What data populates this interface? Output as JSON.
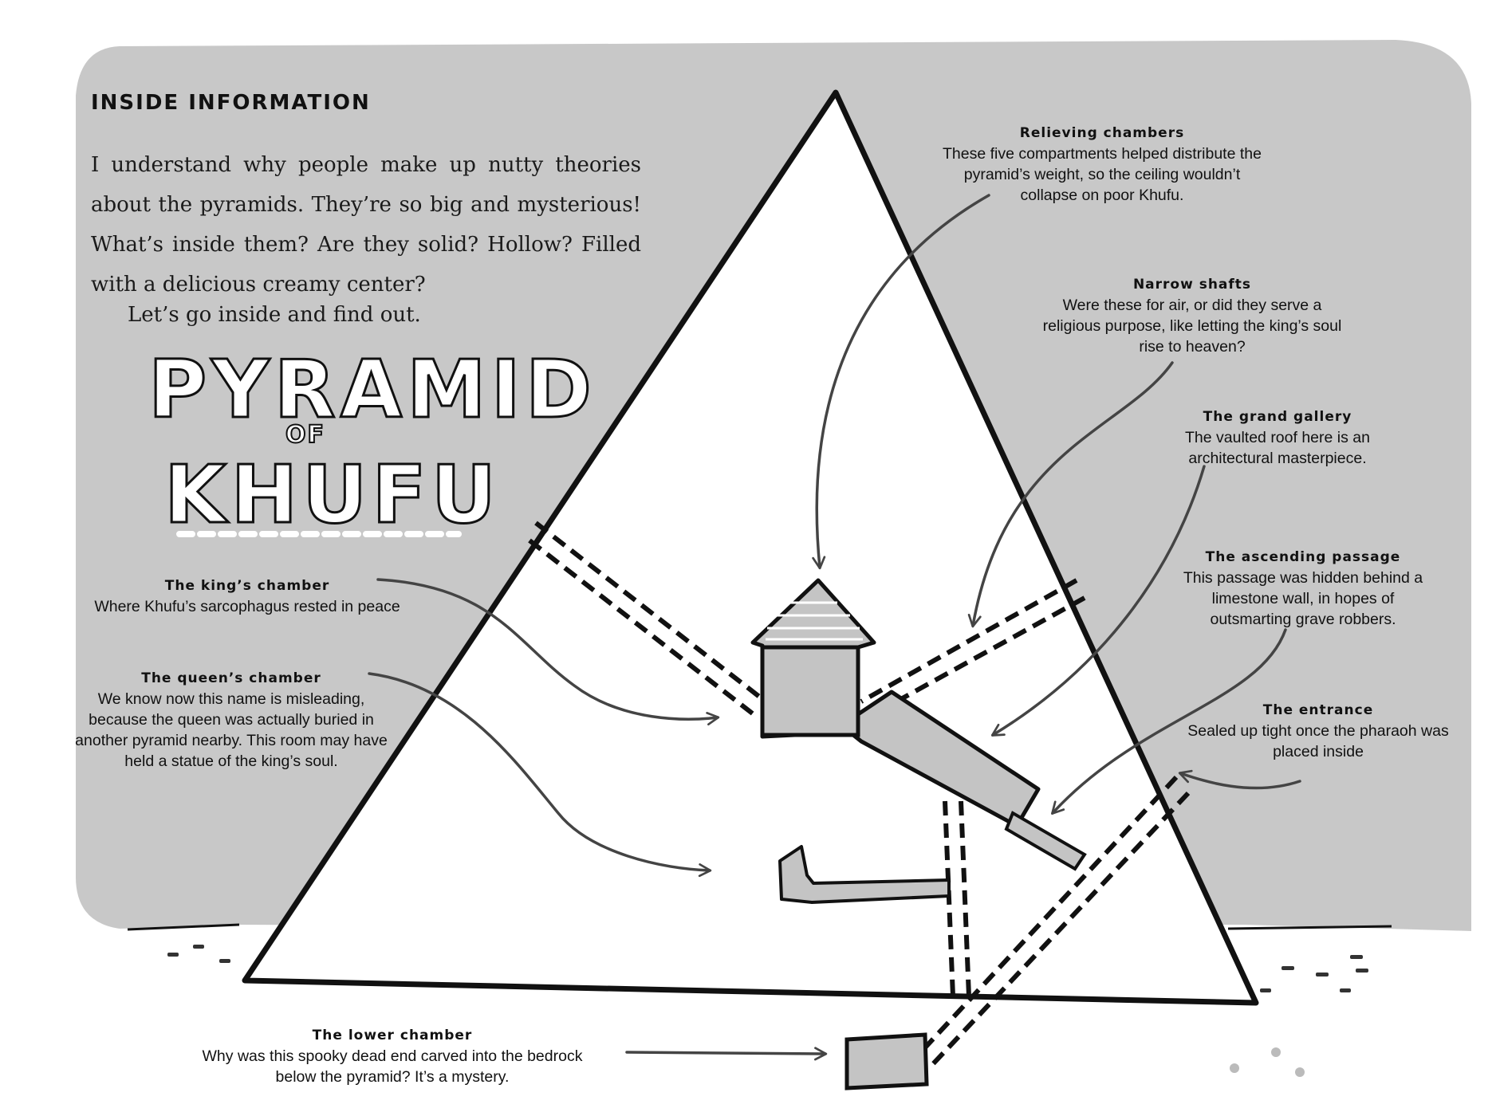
{
  "heading": "INSIDE INFORMATION",
  "intro": {
    "paragraph": "I understand why people make up nutty theories about the pyramids. They’re so big and mysterious! What’s inside them? Are they solid? Hollow? Filled with a delicious creamy center?",
    "line2": "Let’s go inside and find out."
  },
  "title": {
    "line1": "PYRAMID",
    "of": "OF",
    "line2": "KHUFU"
  },
  "labels": {
    "relieving": {
      "title": "Relieving chambers",
      "text": "These five compartments helped distribute the pyramid’s weight, so the ceiling wouldn’t collapse on poor Khufu."
    },
    "shafts": {
      "title": "Narrow shafts",
      "text": "Were these for air, or did they serve a religious purpose, like letting the king’s soul rise to heaven?"
    },
    "gallery": {
      "title": "The grand gallery",
      "text": "The vaulted roof here is an architectural masterpiece."
    },
    "ascending": {
      "title": "The ascending passage",
      "text": "This passage was hidden behind a limestone wall, in hopes of outsmarting grave robbers."
    },
    "entrance": {
      "title": "The entrance",
      "text": "Sealed up tight once the pharaoh was placed inside"
    },
    "king": {
      "title": "The king’s chamber",
      "text": "Where Khufu’s sarcophagus rested in peace"
    },
    "queen": {
      "title": "The queen’s chamber",
      "text": "We know now this name is misleading, because the queen was actually buried in another pyramid nearby. This room may have held a statue of the king’s soul."
    },
    "lower": {
      "title": "The lower chamber",
      "text": "Why was this spooky dead end carved into the bedrock below the pyramid? It’s a mystery."
    }
  },
  "colors": {
    "panel": "#c8c8c8",
    "chamber": "#c4c4c4",
    "ink": "#111111",
    "arrow": "#444444"
  }
}
